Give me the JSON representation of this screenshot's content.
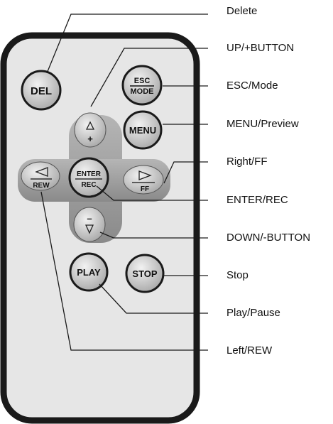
{
  "colors": {
    "body_fill": "#e6e6e6",
    "body_stroke": "#1a1a1a",
    "button_fill": "#cfcfcf",
    "dpad_fill": "#9a9a9a",
    "line": "#1a1a1a"
  },
  "buttons": {
    "del": "DEL",
    "esc_top": "ESC",
    "esc_bottom": "MODE",
    "up_sign": "+",
    "menu": "MENU",
    "left": "REW",
    "enter_top": "ENTER",
    "enter_bottom": "REC",
    "right": "FF",
    "down_sign": "–",
    "play": "PLAY",
    "stop": "STOP"
  },
  "callouts": {
    "delete": "Delete",
    "up": "UP/+BUTTON",
    "esc": "ESC/Mode",
    "menu": "MENU/Preview",
    "right": "Right/FF",
    "enter": "ENTER/REC",
    "down": "DOWN/-BUTTON",
    "stop": "Stop",
    "play": "Play/Pause",
    "left": "Left/REW"
  }
}
